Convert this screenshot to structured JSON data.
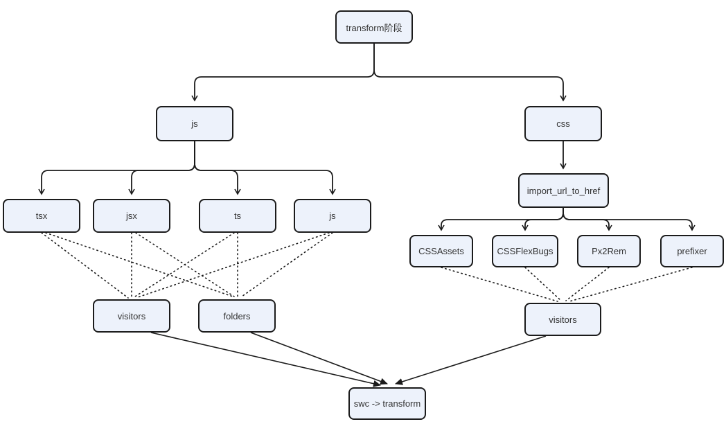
{
  "diagram": {
    "title": "transform pipeline diagram",
    "nodes": {
      "transform_stage": {
        "label": "transform阶段"
      },
      "js_branch": {
        "label": "js"
      },
      "css_branch": {
        "label": "css"
      },
      "import_url_to_href": {
        "label": "import_url_to_href"
      },
      "tsx": {
        "label": "tsx"
      },
      "jsx": {
        "label": "jsx"
      },
      "ts": {
        "label": "ts"
      },
      "js_leaf": {
        "label": "js"
      },
      "css_assets": {
        "label": "CSSAssets"
      },
      "css_flex_bugs": {
        "label": "CSSFlexBugs"
      },
      "px2rem": {
        "label": "Px2Rem"
      },
      "prefixer": {
        "label": "prefixer"
      },
      "visitors_js": {
        "label": "visitors"
      },
      "folders": {
        "label": "folders"
      },
      "visitors_css": {
        "label": "visitors"
      },
      "swc_transform": {
        "label": "swc -> transform"
      }
    },
    "colors": {
      "node_fill": "#edf2fb",
      "node_border": "#1b1b1b",
      "edge": "#1b1b1b",
      "text": "#333333",
      "background": "#ffffff"
    },
    "edge_styles": {
      "tree": "solid elbow connector with open chevron arrowhead",
      "reference": "dotted line, no arrowhead",
      "flow": "straight solid line with filled arrowhead"
    }
  }
}
